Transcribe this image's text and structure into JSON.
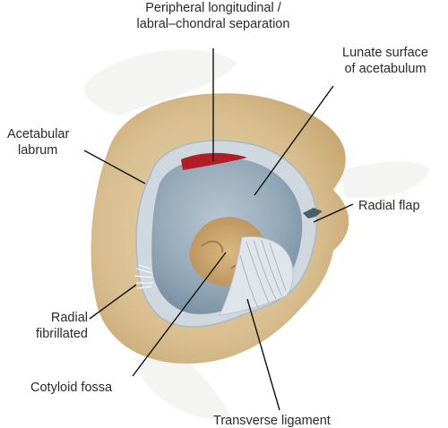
{
  "labels": {
    "peripheral": [
      "Peripheral longitudinal /",
      "labral–chondral separation"
    ],
    "lunate": [
      "Lunate surface",
      "of acetabulum"
    ],
    "labrum": [
      "Acetabular",
      "labrum"
    ],
    "radial_flap": [
      "Radial flap"
    ],
    "radial_fibrillated": [
      "Radial",
      "fibrillated"
    ],
    "cotyloid": [
      "Cotyloid fossa"
    ],
    "transverse": [
      "Transverse ligament"
    ]
  },
  "colors": {
    "bone": "#d6bd8e",
    "bone_highlight": "#e8d6b2",
    "cartilage": "#8fa5b4",
    "labrum": "#c9d3db",
    "fossa": "#c9a36a",
    "tear": "#b31d25",
    "leader_line": "#111111"
  }
}
